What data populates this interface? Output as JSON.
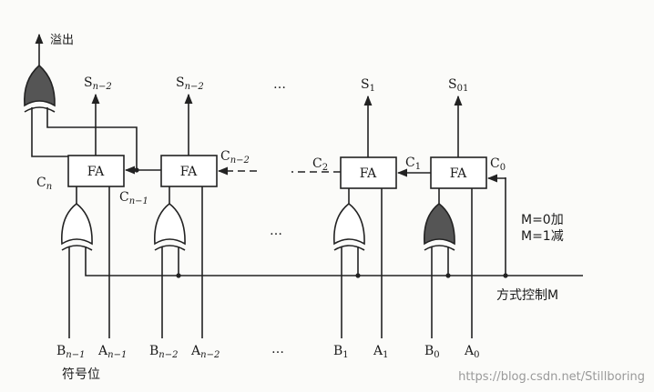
{
  "overflow_label": "溢出",
  "adders": [
    {
      "label": "FA",
      "sum": "S",
      "sum_sub": "n−2"
    },
    {
      "label": "FA",
      "sum": "S",
      "sum_sub": "n−2"
    },
    {
      "label": "FA",
      "sum": "S",
      "sum_sub": "1"
    },
    {
      "label": "FA",
      "sum": "S",
      "sum_sub": "01"
    }
  ],
  "carries": {
    "cn": {
      "main": "C",
      "sub": "n"
    },
    "cn1": {
      "main": "C",
      "sub": "n−1"
    },
    "cn2": {
      "main": "C",
      "sub": "n−2"
    },
    "c2": {
      "main": "C",
      "sub": "2"
    },
    "c1": {
      "main": "C",
      "sub": "1"
    },
    "c0": {
      "main": "C",
      "sub": "0"
    }
  },
  "inputs": [
    {
      "b": "B",
      "b_sub": "n−1",
      "a": "A",
      "a_sub": "n−1"
    },
    {
      "b": "B",
      "b_sub": "n−2",
      "a": "A",
      "a_sub": "n−2"
    },
    {
      "b": "B",
      "b_sub": "1",
      "a": "A",
      "a_sub": "1"
    },
    {
      "b": "B",
      "b_sub": "0",
      "a": "A",
      "a_sub": "0"
    }
  ],
  "ellipsis": "…",
  "mode_add": "M=0加",
  "mode_sub": "M=1减",
  "control_label": "方式控制M",
  "sign_bit_label": "符号位",
  "watermark": "https://blog.csdn.net/Stillboring"
}
